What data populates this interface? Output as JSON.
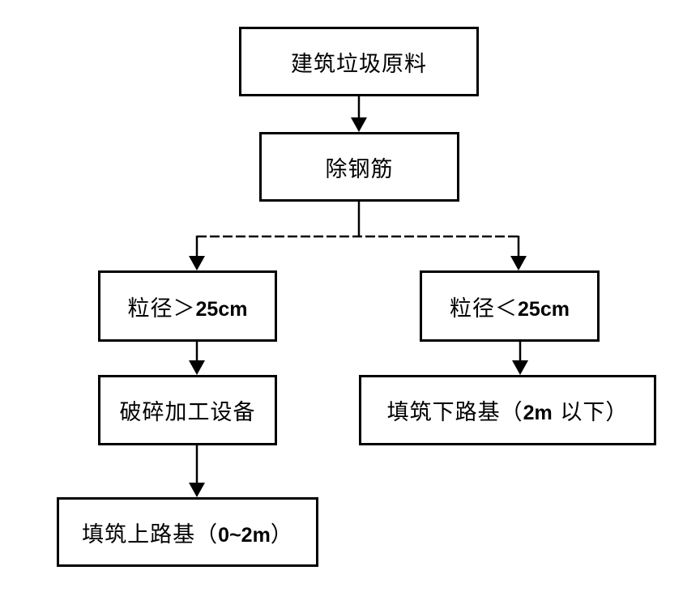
{
  "diagram": {
    "type": "flowchart",
    "colors": {
      "background": "#ffffff",
      "line": "#000000",
      "box_border": "#000000",
      "text": "#000000"
    },
    "nodes": {
      "raw_material": {
        "label": "建筑垃圾原料"
      },
      "remove_rebar": {
        "label": "除钢筋"
      },
      "size_gt_25cm": {
        "label": "粒径＞25cm"
      },
      "size_lt_25cm": {
        "label": "粒径＜25cm"
      },
      "crushing_equipment": {
        "label": "破碎加工设备"
      },
      "fill_lower_roadbed": {
        "label": "填筑下路基（2m 以下）"
      },
      "fill_upper_roadbed": {
        "label": "填筑上路基（0~2m）"
      }
    },
    "edges": [
      {
        "from": "建筑垃圾原料",
        "to": "除钢筋",
        "style": "solid-arrow"
      },
      {
        "from": "除钢筋",
        "to": "粒径＞25cm",
        "style": "dashed-branch-arrow"
      },
      {
        "from": "除钢筋",
        "to": "粒径＜25cm",
        "style": "dashed-branch-arrow"
      },
      {
        "from": "粒径＞25cm",
        "to": "破碎加工设备",
        "style": "solid-arrow"
      },
      {
        "from": "粒径＜25cm",
        "to": "填筑下路基（2m 以下）",
        "style": "solid-arrow"
      },
      {
        "from": "破碎加工设备",
        "to": "填筑上路基（0~2m）",
        "style": "solid-arrow"
      }
    ]
  }
}
